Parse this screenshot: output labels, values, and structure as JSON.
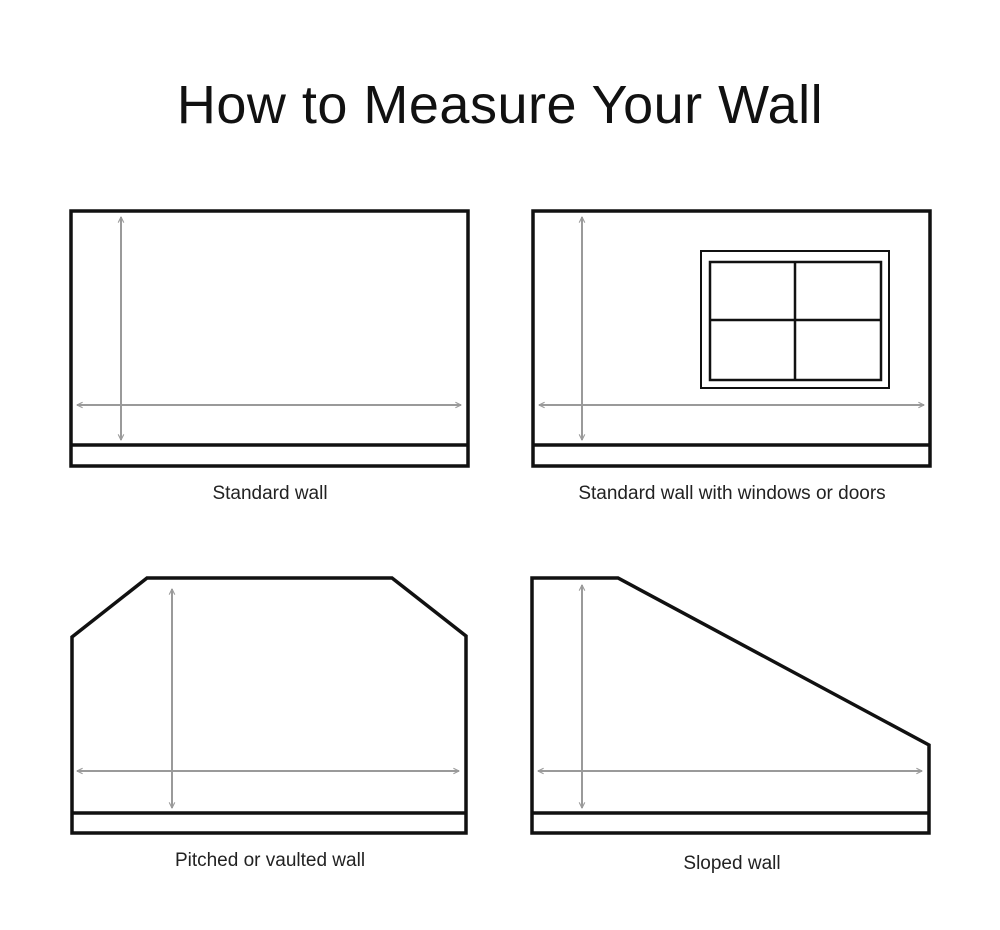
{
  "title": "How to Measure Your Wall",
  "walls": [
    {
      "caption": "Standard wall"
    },
    {
      "caption": "Standard wall with windows or doors"
    },
    {
      "caption": "Pitched or vaulted wall"
    },
    {
      "caption": "Sloped wall"
    }
  ],
  "colors": {
    "outline": "#111111",
    "dimension_arrows": "#9a9a9a",
    "background": "#ffffff"
  }
}
